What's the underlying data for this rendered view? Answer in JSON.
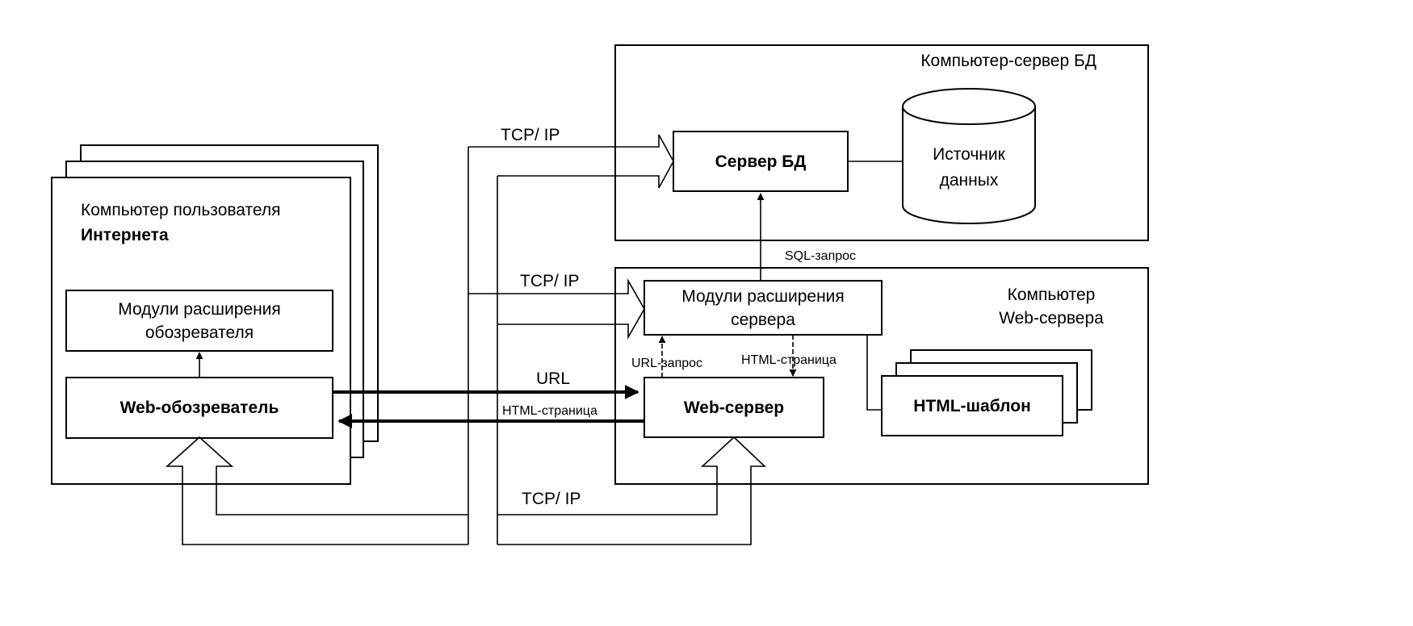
{
  "user_computer": {
    "title_line1": "Компьютер пользователя",
    "title_line2": "Интернета",
    "ext_modules_line1": "Модули расширения",
    "ext_modules_line2": "обозревателя",
    "browser": "Web-обозреватель"
  },
  "db_computer": {
    "title": "Компьютер-сервер БД",
    "db_server": "Сервер БД",
    "data_source_line1": "Источник",
    "data_source_line2": "данных"
  },
  "web_computer": {
    "title_line1": "Компьютер",
    "title_line2": "Web-сервера",
    "server_modules_line1": "Модули расширения",
    "server_modules_line2": "сервера",
    "web_server": "Web-сервер",
    "html_template": "HTML-шаблон"
  },
  "labels": {
    "tcp_ip_top": "TCP/ IP",
    "tcp_ip_mid": "TCP/ IP",
    "tcp_ip_bottom": "TCP/ IP",
    "url": "URL",
    "html_page_left": "HTML-страница",
    "sql_request": "SQL-запрос",
    "url_request": "URL-запрос",
    "html_page_right": "HTML-страница"
  }
}
